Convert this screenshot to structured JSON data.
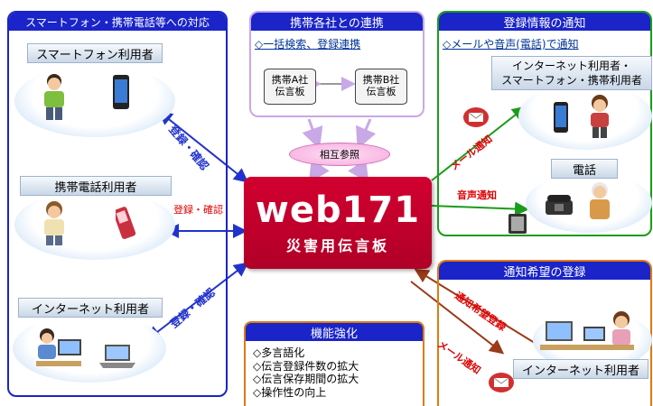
{
  "sections": {
    "smartphone": {
      "header": "スマートフォン・携帯電話等への対応",
      "group_smartphone": "スマートフォン利用者",
      "group_mobile": "携帯電話利用者",
      "group_internet": "インターネット利用者"
    },
    "carrier": {
      "header": "携帯各社との連携",
      "subtitle": "◇一括検索、登録連携",
      "board_a": [
        "携帯A社",
        "伝言板"
      ],
      "board_b": [
        "携帯B社",
        "伝言板"
      ],
      "mutual_reference": "相互参照"
    },
    "notification": {
      "header": "登録情報の通知",
      "subtitle": "◇メールや音声(電話)で通知",
      "group_internet": [
        "インターネット利用者・",
        "スマートフォン・携帯利用者"
      ],
      "group_phone": "電話"
    },
    "subscribe": {
      "header": "通知希望の登録",
      "group_internet": "インターネット利用者"
    },
    "features": {
      "header": "機能強化",
      "items": [
        "◇多言語化",
        "◇伝言登録件数の拡大",
        "◇伝言保存期間の拡大",
        "◇操作性の向上"
      ]
    }
  },
  "center": {
    "logo": "web171",
    "caption": "災害用伝言板"
  },
  "arrows": {
    "register_confirm": "登録・確認",
    "mail_notify": "メール通知",
    "voice_notify": "音声通知",
    "subscribe_register": "通知希望登録",
    "mail_notify_2": "メール通知"
  },
  "colors": {
    "blue_header": "#1a24c8",
    "blue_arrow": "#2233cc",
    "green": "#1a9c1a",
    "purple": "#c9a8e6",
    "orange": "#e07a10",
    "brown": "#9a3a18",
    "center_red": "#c8002c",
    "red_text": "#e00000"
  }
}
